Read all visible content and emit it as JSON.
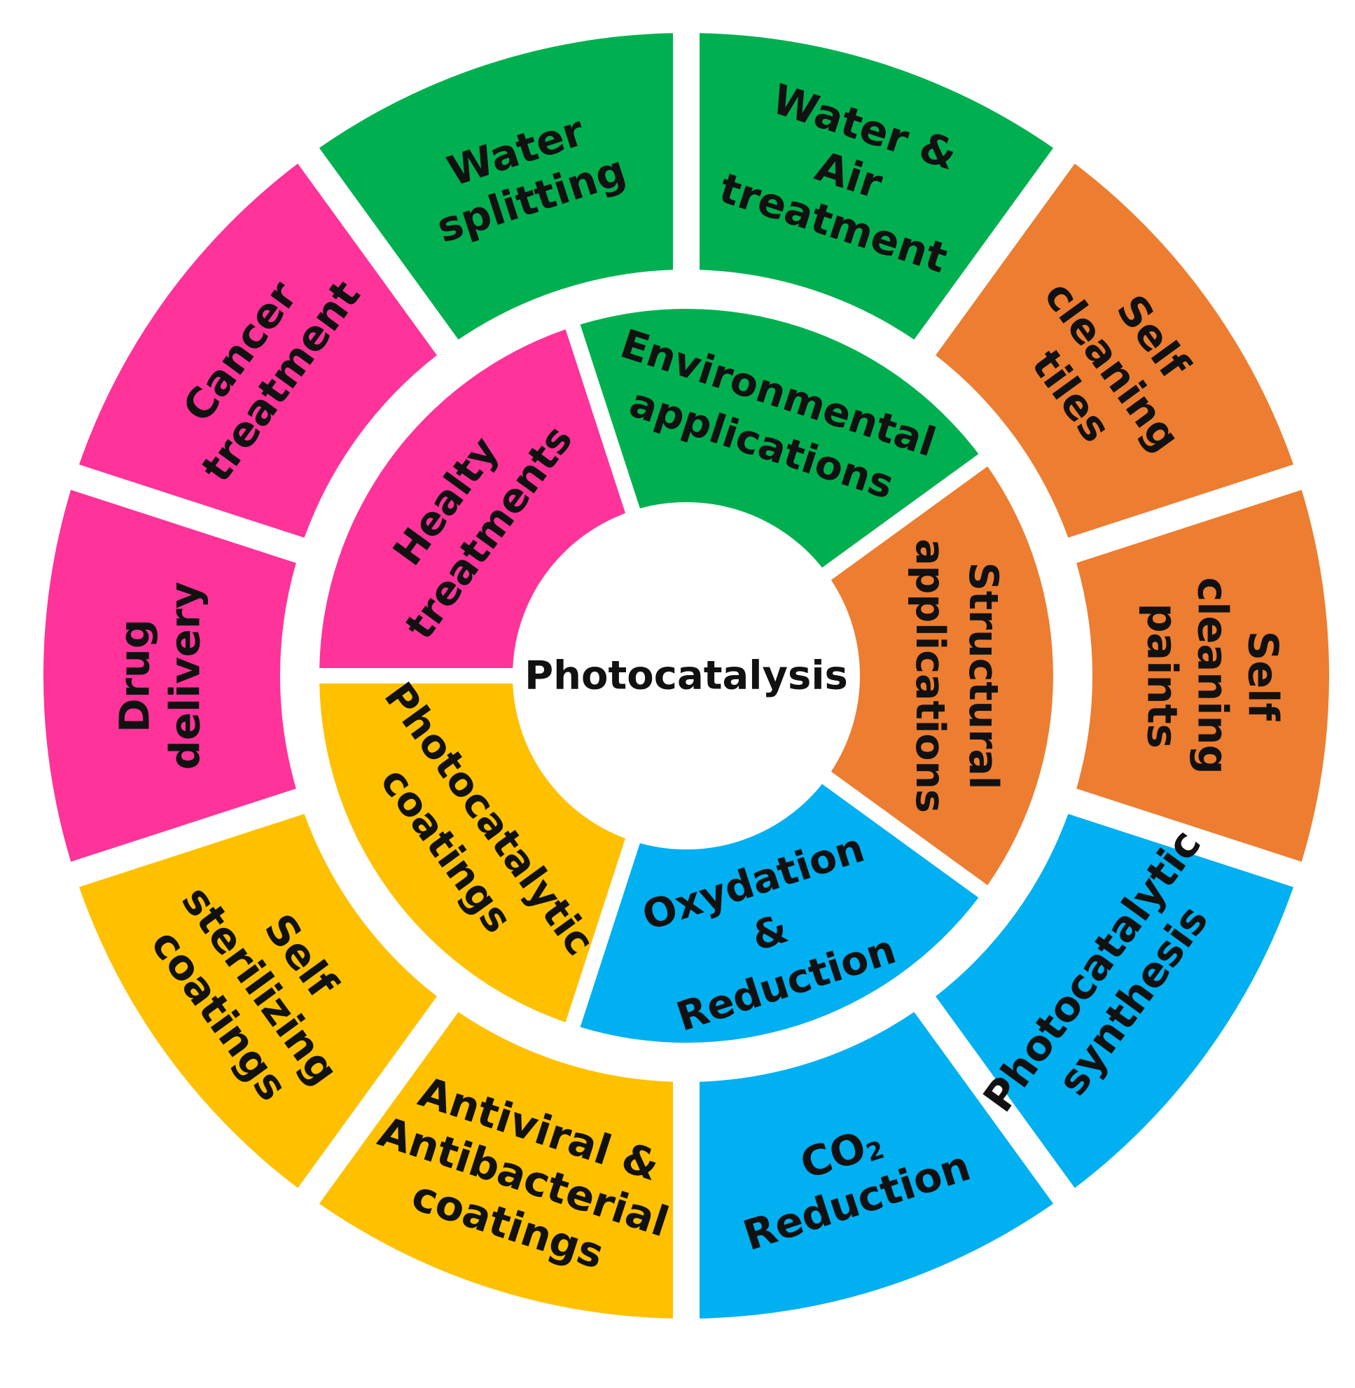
{
  "center": {
    "label": "Photocatalysis"
  },
  "colors": {
    "healthcare": "#FF3399",
    "environment": "#00B050",
    "structural": "#ED7D31",
    "chemistry": "#00B0F0",
    "coatings": "#FFC000",
    "center": "#FFFFFF",
    "text": "#111111"
  },
  "inner_ring": [
    {
      "id": "health",
      "lines": [
        "Healty",
        "treatments"
      ],
      "color_key": "healthcare"
    },
    {
      "id": "environment",
      "lines": [
        "Environmental",
        "applications"
      ],
      "color_key": "environment"
    },
    {
      "id": "structural",
      "lines": [
        "Structural",
        "applications"
      ],
      "color_key": "structural"
    },
    {
      "id": "oxidation",
      "lines": [
        "Oxydation",
        "&",
        "Reduction"
      ],
      "color_key": "chemistry"
    },
    {
      "id": "coatings",
      "lines": [
        "Photocatalytic",
        "coatings"
      ],
      "color_key": "coatings"
    }
  ],
  "outer_ring": [
    {
      "id": "cancer",
      "lines": [
        "Cancer",
        "treatment"
      ],
      "color_key": "healthcare"
    },
    {
      "id": "water-splitting",
      "lines": [
        "Water",
        "splitting"
      ],
      "color_key": "environment"
    },
    {
      "id": "water-air",
      "lines": [
        "Water &",
        "Air",
        "treatment"
      ],
      "color_key": "environment"
    },
    {
      "id": "tiles",
      "lines": [
        "Self",
        "cleaning",
        "tiles"
      ],
      "color_key": "structural"
    },
    {
      "id": "paints",
      "lines": [
        "Self",
        "cleaning",
        "paints"
      ],
      "color_key": "structural"
    },
    {
      "id": "synthesis",
      "lines": [
        "Photocatalytic",
        "synthesis"
      ],
      "color_key": "chemistry"
    },
    {
      "id": "co2",
      "lines": [
        "CO",
        "Reduction"
      ],
      "subscript": "2",
      "color_key": "chemistry"
    },
    {
      "id": "antiviral",
      "lines": [
        "Antiviral &",
        "Antibacterial",
        "coatings"
      ],
      "color_key": "coatings"
    },
    {
      "id": "sterilizing",
      "lines": [
        "Self",
        "sterilizing",
        "coatings"
      ],
      "color_key": "coatings"
    },
    {
      "id": "drug",
      "lines": [
        "Drug",
        "delivery"
      ],
      "color_key": "healthcare"
    }
  ]
}
